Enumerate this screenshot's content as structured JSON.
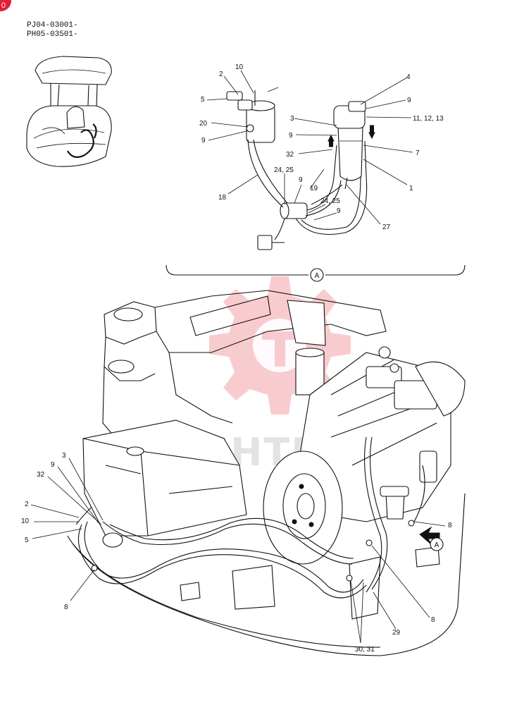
{
  "corner_badge": "0",
  "models": [
    "PJ04-03001-",
    "PH05-03501-"
  ],
  "view_marker": "A",
  "watermark_text": "ИНТЕХ",
  "watermark_color": "#f2a3a8",
  "detail_labels": {
    "l10": "10",
    "l2": "2",
    "l5": "5",
    "l20": "20",
    "l9a": "9",
    "l18": "18",
    "l2425a": "24, 25",
    "l9b": "9",
    "l19": "19",
    "l2425b": "24, 25",
    "l9c": "9",
    "l4": "4",
    "l9d": "9",
    "l111213": "11, 12, 13",
    "l3": "3",
    "l9e": "9",
    "l32": "32",
    "l7": "7",
    "l1": "1",
    "l27": "27"
  },
  "main_labels": {
    "l3": "3",
    "l9": "9",
    "l32": "32",
    "l2": "2",
    "l10": "10",
    "l5": "5",
    "l8a": "8",
    "l8b": "8",
    "l8c": "8",
    "l29": "29",
    "l3031": "30, 31"
  }
}
